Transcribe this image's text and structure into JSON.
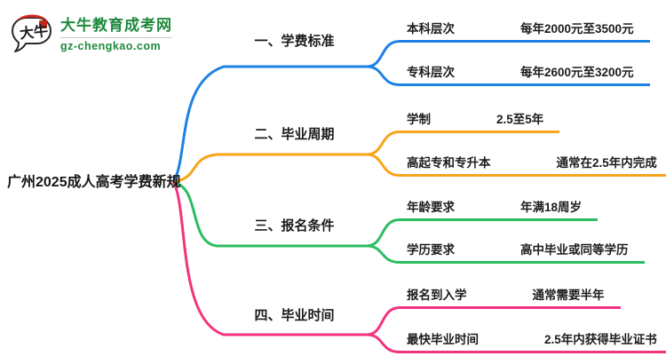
{
  "logo": {
    "site_name": "大牛教育成考网",
    "domain": "gz-chengkao.com",
    "bubble_text": "大牛",
    "green": "#1F8A3E",
    "red": "#D5281E"
  },
  "root": {
    "label": "广州2025成人高考学费新规"
  },
  "colors": {
    "blue": "#1E82E5",
    "orange": "#F7A51B",
    "green": "#2BBD62",
    "pink": "#F2337E",
    "text_dark": "#1C1C1C"
  },
  "branches": [
    {
      "label": "一、学费标准",
      "color": "#1E82E5",
      "children": [
        {
          "label": "本科层次",
          "value": "每年2000元至3500元"
        },
        {
          "label": "专科层次",
          "value": "每年2600元至3200元"
        }
      ]
    },
    {
      "label": "二、毕业周期",
      "color": "#F7A51B",
      "children": [
        {
          "label": "学制",
          "value": "2.5至5年"
        },
        {
          "label": "高起专和专升本",
          "value": "通常在2.5年内完成"
        }
      ]
    },
    {
      "label": "三、报名条件",
      "color": "#2BBD62",
      "children": [
        {
          "label": "年龄要求",
          "value": "年满18周岁"
        },
        {
          "label": "学历要求",
          "value": "高中毕业或同等学历"
        }
      ]
    },
    {
      "label": "四、毕业时间",
      "color": "#F2337E",
      "children": [
        {
          "label": "报名到入学",
          "value": "通常需要半年"
        },
        {
          "label": "最快毕业时间",
          "value": "2.5年内获得毕业证书"
        }
      ]
    }
  ]
}
